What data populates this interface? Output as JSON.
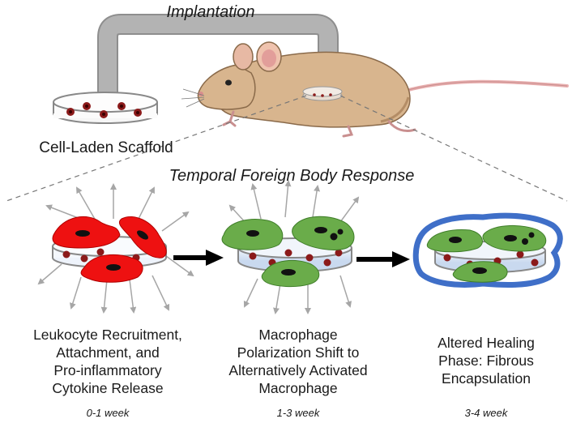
{
  "top": {
    "implantation_label": "Implantation",
    "scaffold_label": "Cell-Laden Scaffold"
  },
  "process": {
    "title": "Temporal Foreign Body Response",
    "stages": [
      {
        "lines": [
          "Leukocyte Recruitment,",
          "Attachment, and",
          "Pro-inflammatory",
          "Cytokine Release"
        ],
        "time": "0-1 week"
      },
      {
        "lines": [
          "Macrophage",
          "Polarization Shift to",
          "Alternatively Activated",
          "Macrophage"
        ],
        "time": "1-3 week"
      },
      {
        "lines": [
          "Altered Healing",
          "Phase: Fibrous",
          "Encapsulation"
        ],
        "time": "3-4 week"
      }
    ]
  },
  "colors": {
    "arrow_gray": "#a6a6a6",
    "arrow_gray_dark": "#8a8a8a",
    "mouse_body": "#d8b58e",
    "mouse_shadow": "#b48d66",
    "tail_pink": "#e8aeae",
    "pro_inflammatory_cell": "#ee1111",
    "alternatively_activated_cell": "#6aac4a",
    "fibrous_capsule": "#3f6fc8",
    "scaffold_cell": "#8b1a1a",
    "scaffold_tint": "#d6e3f5",
    "nucleus": "#111111"
  }
}
